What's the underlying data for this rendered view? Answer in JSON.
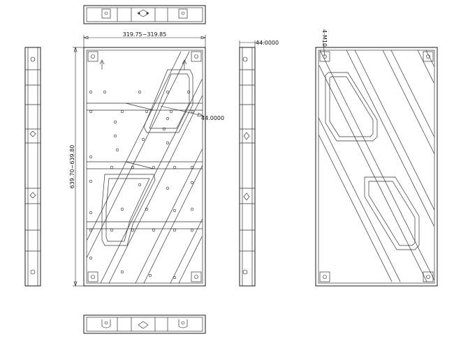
{
  "dimensions": {
    "width_label": "319.75~319.85",
    "height_label": "639.70~639.80",
    "side_depth_label": "44.0000",
    "section_depth_label": "44.0000",
    "hole_callout_label": "4-M10"
  },
  "colors": {
    "line": "#1a1a1a",
    "background": "#ffffff"
  }
}
